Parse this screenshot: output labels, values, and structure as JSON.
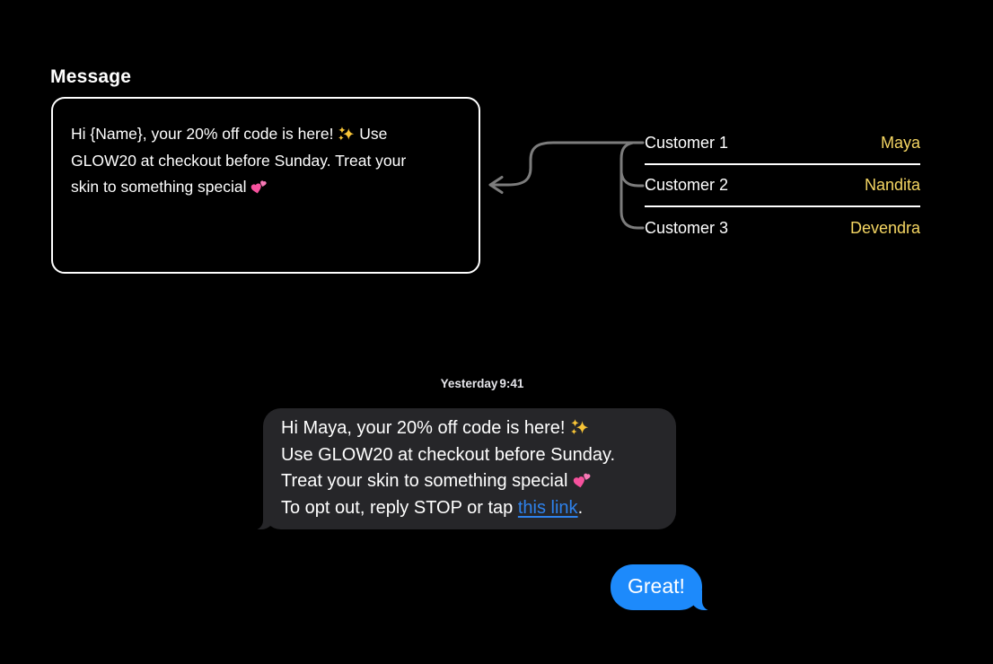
{
  "template_panel": {
    "label": "Message",
    "line1_pre": "Hi {Name}, your 20% off code is here!",
    "line1_post": "Use",
    "line2": "GLOW20 at checkout before Sunday. Treat your",
    "line3": "skin to something special"
  },
  "customers": {
    "rows": [
      {
        "label": "Customer 1",
        "name": "Maya"
      },
      {
        "label": "Customer 2",
        "name": "Nandita"
      },
      {
        "label": "Customer 3",
        "name": "Devendra"
      }
    ]
  },
  "chat": {
    "timestamp_day": "Yesterday",
    "timestamp_time": "9:41",
    "received": {
      "line1": "Hi Maya, your 20% off code is here!",
      "line2": "Use GLOW20 at checkout before Sunday.",
      "line3": "Treat your skin to something special",
      "line4_pre": "To opt out, reply STOP or tap",
      "link_text": "this link",
      "line4_post": "."
    },
    "sent": {
      "text": "Great!"
    }
  },
  "icons": {
    "sparkles": "sparkles-emoji",
    "two_hearts": "two-hearts-emoji",
    "merge_arrow": "merge-arrow-connector"
  },
  "colors": {
    "background": "#000000",
    "accent_yellow": "#F5D663",
    "bubble_gray": "#262629",
    "bubble_blue": "#1D8AFB",
    "link_blue": "#2E82EC",
    "connector_gray": "#7C7C7C",
    "emoji_gold": "#F7C437",
    "emoji_pink": "#F6519D",
    "timestamp_gray": "#E5E5EA"
  }
}
